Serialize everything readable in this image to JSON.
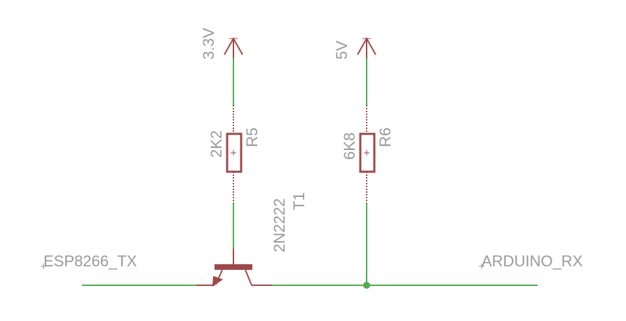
{
  "nets": {
    "left": "ESP8266_TX",
    "right": "ARDUINO_RX"
  },
  "supplies": [
    {
      "label": "3.3V"
    },
    {
      "label": "5V"
    }
  ],
  "resistors": [
    {
      "name": "R5",
      "value": "2K2"
    },
    {
      "name": "R6",
      "value": "6K8"
    }
  ],
  "transistor": {
    "name": "T1",
    "value": "2N2222"
  },
  "colors": {
    "wire": "#4caf50",
    "part": "#a04848",
    "text": "#9a9a9a"
  }
}
